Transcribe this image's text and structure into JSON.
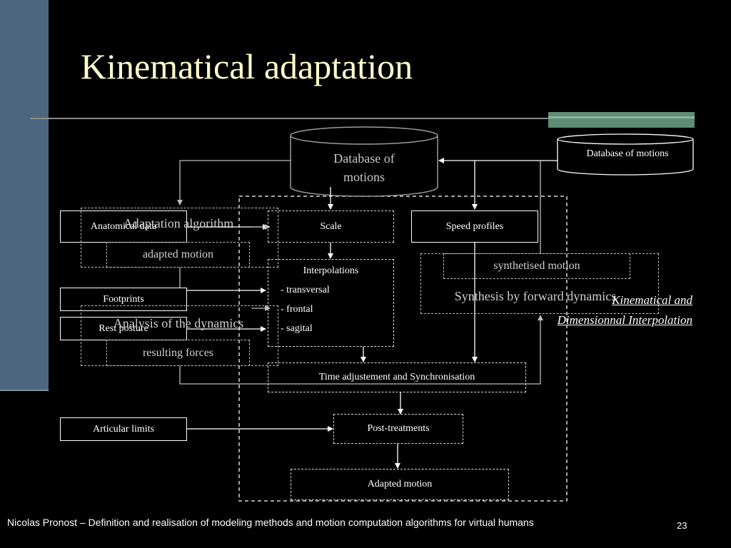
{
  "slide": {
    "title": "Kinematical adaptation",
    "footer": "Nicolas Pronost – Definition and realisation of modeling methods and motion computation algorithms for virtual humans",
    "page_number": "23",
    "side_note": "Kinematical and Dimensionnal Interpolation"
  },
  "diagram": {
    "database_cylinder_label": "Database of motions",
    "database_top_right": "Database of  motions",
    "inputs": {
      "anatomical": "Anatomical data",
      "footprints": "Footprints",
      "rest_posture": "Rest posture",
      "articular_limits": "Articular limits"
    },
    "overlays": {
      "adaptation_algorithm": "Adaptation algorithm",
      "adapted_motion_small": "adapted motion",
      "analysis": "Analysis of  the dynamics",
      "resulting_forces": "resulting forces",
      "synthetised_motion": "synthetised motion",
      "synthesis": "Synthesis by forward dynamics"
    },
    "steps": {
      "scale": "Scale",
      "speed_profiles": "Speed profiles",
      "interpolations": "Interpolations",
      "interp_items": [
        "- transversal",
        "- frontal",
        "- sagital"
      ],
      "time_adjustment": "Time adjustement and Synchronisation",
      "post_treatments": "Post-treatments",
      "adapted_motion": "Adapted motion"
    }
  },
  "colors": {
    "background": "#000000",
    "title": "#ffffcc",
    "left_band": "#4d6680",
    "accent": "#5f8c74"
  }
}
